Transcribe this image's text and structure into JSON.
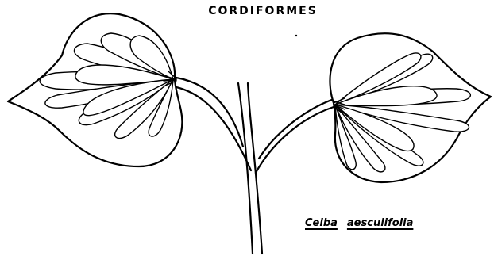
{
  "figure": {
    "title": "CORDIFORMES",
    "caption_genus": "Ceiba",
    "caption_species": "aesculifolia"
  }
}
